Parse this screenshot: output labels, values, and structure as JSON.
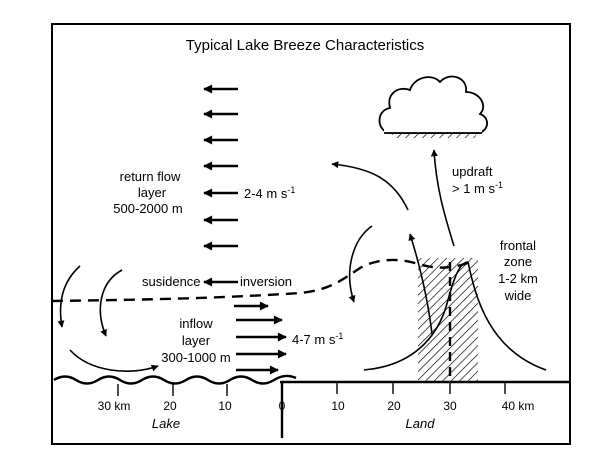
{
  "title": "Typical Lake Breeze Characteristics",
  "labels": {
    "return_flow_1": "return flow",
    "return_flow_2": "layer",
    "return_flow_3": "500-2000 m",
    "return_speed": "2-4 m s",
    "return_speed_exp": "-1",
    "subsidence": "susidence",
    "inversion": "inversion",
    "inflow_1": "inflow",
    "inflow_2": "layer",
    "inflow_3": "300-1000 m",
    "inflow_speed": "4-7 m s",
    "inflow_speed_exp": "-1",
    "updraft_1": "updraft",
    "updraft_2": "> 1 m s",
    "updraft_exp": "-1",
    "frontal_1": "frontal",
    "frontal_2": "zone",
    "frontal_3": "1-2 km",
    "frontal_4": "wide"
  },
  "axis": {
    "lake_ticks": [
      "30 km",
      "20",
      "10"
    ],
    "zero": "0",
    "land_ticks": [
      "10",
      "20",
      "30",
      "40 km"
    ],
    "lake_label": "Lake",
    "land_label": "Land"
  }
}
